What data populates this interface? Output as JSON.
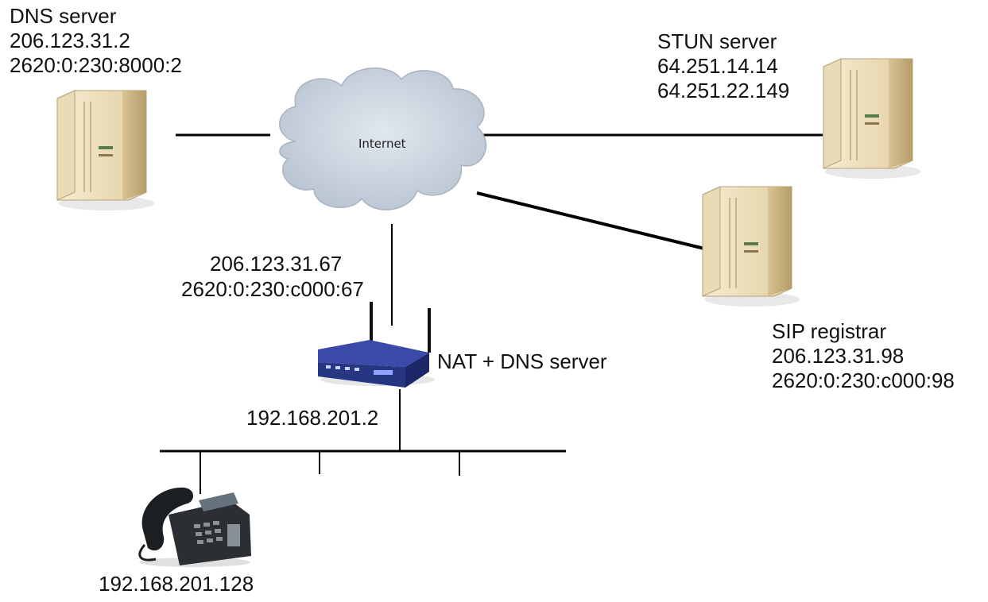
{
  "cloud": {
    "label": "Internet"
  },
  "dns_server": {
    "title": "DNS server",
    "ipv4": "206.123.31.2",
    "ipv6": "2620:0:230:8000:2",
    "icon": "server-tower-icon"
  },
  "stun_server": {
    "title": "STUN server",
    "ip1": "64.251.14.14",
    "ip2": "64.251.22.149",
    "icon": "server-tower-icon"
  },
  "sip_registrar": {
    "title": "SIP registrar",
    "ipv4": "206.123.31.98",
    "ipv6": "2620:0:230:c000:98",
    "icon": "server-tower-icon"
  },
  "router": {
    "wan_ipv4": "206.123.31.67",
    "wan_ipv6": "2620:0:230:c000:67",
    "role": "NAT + DNS server",
    "lan_ip": "192.168.201.2",
    "icon": "wireless-router-icon"
  },
  "phone": {
    "ip": "192.168.201.128",
    "icon": "desk-phone-icon"
  },
  "colors": {
    "server_body": "#efe1bf",
    "server_shade": "#c9b58a",
    "cloud_fill": "#cdd6e1",
    "router_body": "#2f3f96",
    "line": "#000000"
  }
}
